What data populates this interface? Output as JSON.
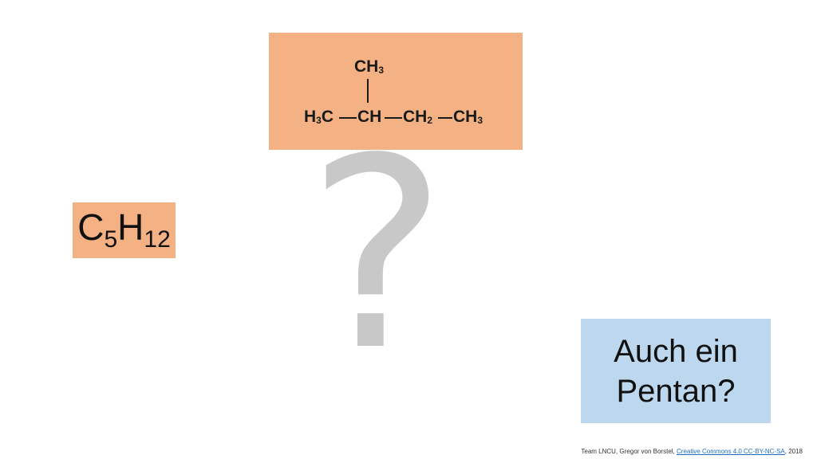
{
  "slide": {
    "background_symbol": "?",
    "structure": {
      "top_group": "CH",
      "top_group_sub": "3",
      "left_group": "H",
      "left_group_sub": "3",
      "left_group_tail": "C",
      "center_group": "CH",
      "right1_group": "CH",
      "right1_group_sub": "2",
      "right2_group": "CH",
      "right2_group_sub": "3"
    },
    "formula": {
      "c": "C",
      "c_sub": "5",
      "h": "H",
      "h_sub": "12"
    },
    "question": {
      "line1": "Auch ein",
      "line2": "Pentan?"
    },
    "credit": {
      "prefix": "Team LNCU, Gregor von Borstel, ",
      "link": "Creative Commons 4.0 CC-BY-NC-SA",
      "suffix": ", 2018"
    }
  },
  "colors": {
    "orange_box": "#f4b183",
    "blue_box": "#bdd7ee",
    "question_mark": "#c8c8c8"
  }
}
